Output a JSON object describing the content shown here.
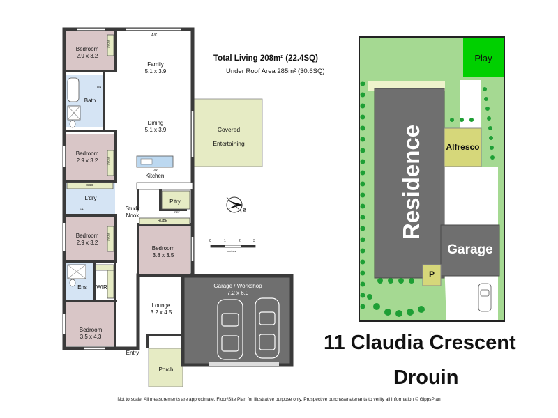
{
  "summary": {
    "total_living": "Total Living 208m² (22.4SQ)",
    "under_roof": "Under Roof Area 285m² (30.6SQ)"
  },
  "address": {
    "line1": "11 Claudia Crescent",
    "line2": "Drouin"
  },
  "disclaimer": "Not to scale. All measurements are approximate. Floor/Site Plan for illustrative purpose only. Prospective purchasers/tenants to verify all information © GippsPlan",
  "floorplan": {
    "rooms": {
      "bed_top": {
        "name": "Bedroom",
        "dims": "2.9 x 3.2"
      },
      "family": {
        "name": "Family",
        "dims": "5.1 x 3.9"
      },
      "dining": {
        "name": "Dining",
        "dims": "5.1 x 3.9"
      },
      "kitchen": {
        "name": "Kitchen"
      },
      "bath": {
        "name": "Bath"
      },
      "bed2": {
        "name": "Bedroom",
        "dims": "2.9 x 3.2"
      },
      "ldry": {
        "name": "L'dry"
      },
      "bed3": {
        "name": "Bedroom",
        "dims": "2.9 x 3.2"
      },
      "ens": {
        "name": "Ens"
      },
      "wir": {
        "name": "WIR"
      },
      "master": {
        "name": "Bedroom",
        "dims": "3.5 x 4.3"
      },
      "study": {
        "name": "Study\nNook"
      },
      "ptry": {
        "name": "P'try"
      },
      "bed4": {
        "name": "Bedroom",
        "dims": "3.8 x 3.5"
      },
      "lounge": {
        "name": "Lounge",
        "dims": "3.2 x 4.5"
      },
      "entry": {
        "name": "Entry"
      },
      "porch": {
        "name": "Porch"
      },
      "garage": {
        "name": "Garage / Workshop",
        "dims": "7.2 x 6.0"
      },
      "covered": {
        "name": "Covered",
        "name2": "Entertaining"
      }
    },
    "small_labels": {
      "robe": "ROBE",
      "ac": "A/C",
      "lin": "LIN",
      "wm": "WM",
      "cbd": "CBD",
      "dw": "DW",
      "ref": "REF"
    },
    "scale": {
      "ticks": [
        "0",
        "1",
        "2",
        "3"
      ],
      "unit": "metres"
    },
    "compass": "N"
  },
  "siteplan": {
    "residence": "Residence",
    "alfresco": "Alfresco",
    "garage": "Garage",
    "play": "Play",
    "p": "P"
  },
  "colors": {
    "room_pink": "#d9c6c7",
    "wet_blue": "#d5e4f4",
    "outdoor_green": "#e6ebc4",
    "garage_grey": "#6f6f6f",
    "wall": "#3a3a3a",
    "lawn_green": "#a5d992",
    "play_green": "#00d000",
    "bush_green": "#1e9f35"
  }
}
